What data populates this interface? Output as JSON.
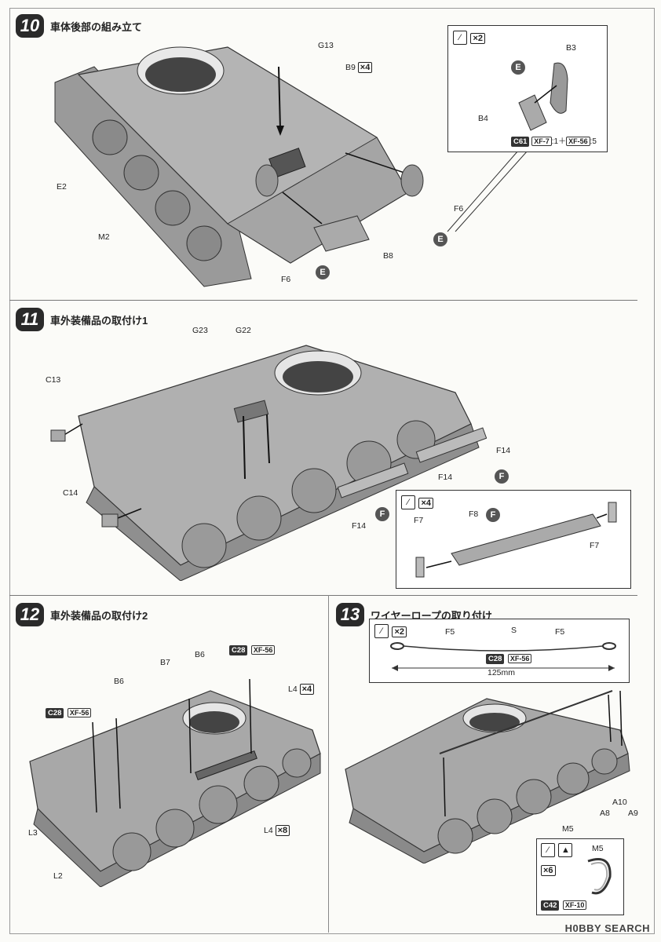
{
  "steps": [
    {
      "num": "10",
      "title": "車体後部の組み立て"
    },
    {
      "num": "11",
      "title": "車外装備品の取付け1"
    },
    {
      "num": "12",
      "title": "車外装備品の取付け2"
    },
    {
      "num": "13",
      "title": "ワイヤーロープの取り付け"
    }
  ],
  "step10": {
    "labels": [
      "G13",
      "B9",
      "×4",
      "E2",
      "M2",
      "F6",
      "B8",
      "F6",
      "E",
      "E"
    ],
    "inset": {
      "qty": "×2",
      "parts": [
        "B3",
        "B4",
        "E"
      ],
      "paint_code": "C61",
      "paint_a": "XF-7",
      "ratio_a": ":1＋",
      "paint_b": "XF-56",
      "ratio_b": ":5"
    }
  },
  "step11": {
    "labels": [
      "G23",
      "G22",
      "C13",
      "C14",
      "F14",
      "F14",
      "F14",
      "F",
      "F"
    ],
    "inset": {
      "qty": "×4",
      "parts": [
        "F7",
        "F8",
        "F",
        "F7"
      ]
    }
  },
  "step12": {
    "labels": [
      "B7",
      "B6",
      "B6",
      "L3",
      "L2",
      "L4",
      "×4",
      "L4",
      "×8"
    ],
    "paint1": {
      "code": "C28",
      "name": "XF-56"
    },
    "paint2": {
      "code": "C28",
      "name": "XF-56"
    }
  },
  "step13": {
    "inset": {
      "qty": "×2",
      "parts": [
        "F5",
        "S",
        "F5"
      ],
      "paint_code": "C28",
      "paint_name": "XF-56",
      "length": "125mm"
    },
    "labels": [
      "A10",
      "A9",
      "A8",
      "M5",
      "M5"
    ],
    "small_inset": {
      "qty": "×6",
      "paint_code": "C42",
      "paint_name": "XF-10"
    }
  },
  "watermark": "H0BBY SEARCH"
}
